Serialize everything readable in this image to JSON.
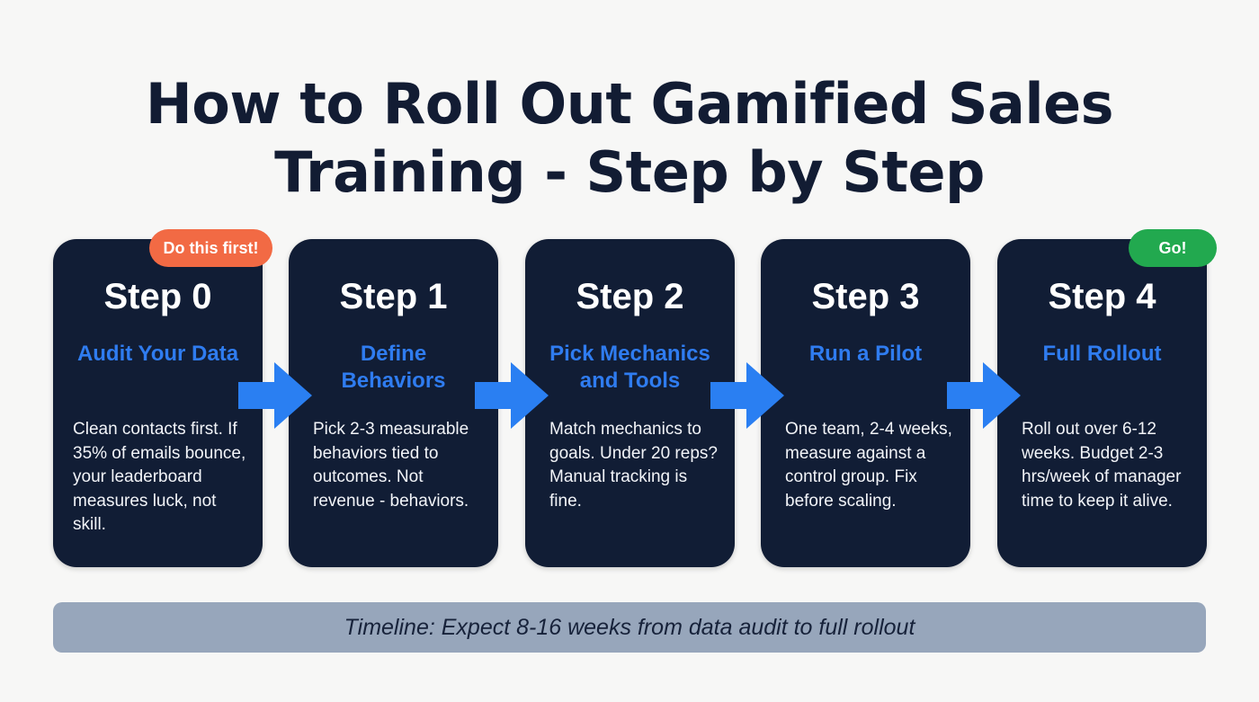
{
  "title": {
    "line1": "How to Roll Out Gamified Sales",
    "line2": "Training - Step by Step"
  },
  "colors": {
    "background": "#f7f7f6",
    "title": "#121c33",
    "card": "#111d35",
    "accent_blue": "#2f7cf0",
    "arrow": "#2a7ff2",
    "badge_first": "#f26a44",
    "badge_go": "#22a94f",
    "timeline_bar": "#97a6bb"
  },
  "steps": [
    {
      "title": "Step 0",
      "subtitle": "Audit Your Data",
      "description": "Clean contacts first. If 35% of emails bounce, your leaderboard measures luck, not skill.",
      "badge": "Do this first!"
    },
    {
      "title": "Step 1",
      "subtitle": "Define Behaviors",
      "description": "Pick 2-3 measurable behaviors tied to outcomes. Not revenue - behaviors."
    },
    {
      "title": "Step 2",
      "subtitle": "Pick Mechanics and Tools",
      "description": "Match mechanics to goals. Under 20 reps? Manual tracking is fine."
    },
    {
      "title": "Step 3",
      "subtitle": "Run a Pilot",
      "description": "One team, 2-4 weeks, measure against a control group. Fix before scaling."
    },
    {
      "title": "Step 4",
      "subtitle": "Full Rollout",
      "description": "Roll out over 6-12 weeks. Budget 2-3 hrs/week of manager time to keep it alive.",
      "badge": "Go!"
    }
  ],
  "timeline": {
    "text": "Timeline: Expect 8-16 weeks from data audit to full rollout"
  }
}
